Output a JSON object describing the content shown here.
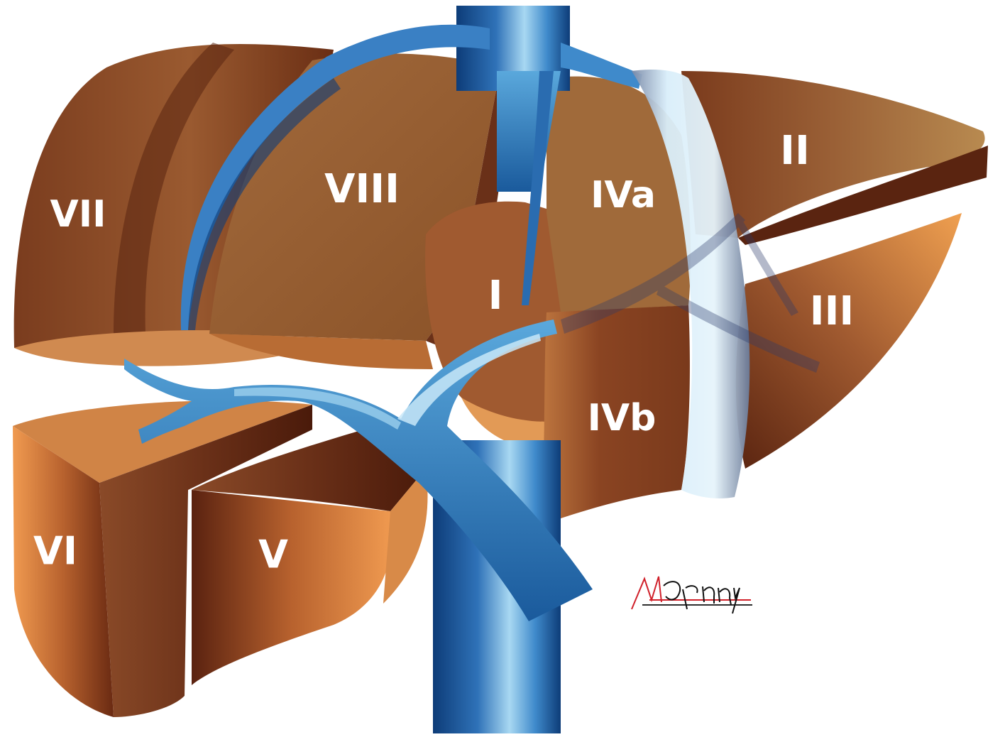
{
  "segments": {
    "I": "I",
    "II": "II",
    "III": "III",
    "IVa": "IVa",
    "IVb": "IVb",
    "V": "V",
    "VI": "VI",
    "VII": "VII",
    "VIII": "VIII"
  },
  "signature": "MHGrny",
  "colors": {
    "liver_dark": "#5e2a14",
    "liver_mid": "#9a5a32",
    "liver_light": "#e89650",
    "liver_tan": "#a87440",
    "vein_dark": "#0d3c78",
    "vein_mid": "#3f8acb",
    "vein_light": "#bfe1f5",
    "ligament": "#d9eefa",
    "signature_red": "#d0202a"
  }
}
